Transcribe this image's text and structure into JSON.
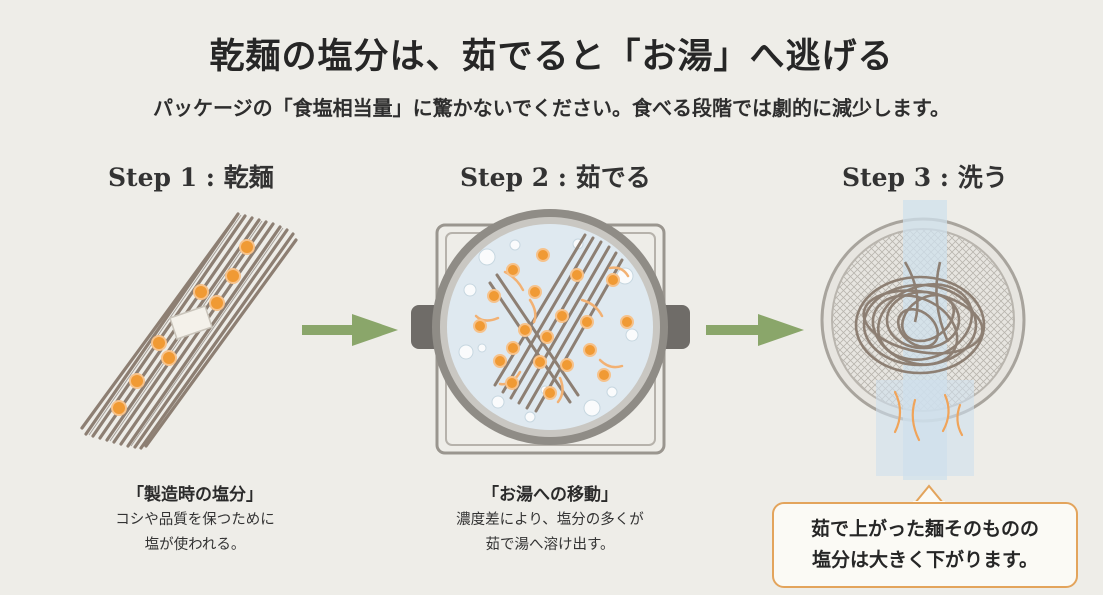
{
  "header": {
    "title": "乾麺の塩分は、茹でると「お湯」へ逃げる",
    "subtitle": "パッケージの「食塩相当量」に驚かないでください。食べる段階では劇的に減少します。"
  },
  "steps": [
    {
      "label": "Step 1 : 乾麺",
      "caption_title": "「製造時の塩分」",
      "caption_lines": [
        "コシや品質を保つために",
        "塩が使われる。"
      ]
    },
    {
      "label": "Step 2 : 茹でる",
      "caption_title": "「お湯への移動」",
      "caption_lines": [
        "濃度差により、塩分の多くが",
        "茹で湯へ溶け出す。"
      ]
    },
    {
      "label": "Step 3 : 洗う",
      "callout_lines": [
        "茹で上がった麺そのものの",
        "塩分は大きく下がります。"
      ]
    }
  ],
  "colors": {
    "background": "#eeede8",
    "salt_dot": "#f09a34",
    "arrow": "#8aa66a",
    "noodle": "#8d7f73",
    "callout_border": "#e3a45c",
    "water": "#dfe9f0"
  },
  "icons": [
    "dried-noodle-bundle-icon",
    "boiling-pot-icon",
    "strainer-noodles-icon",
    "right-arrow-icon"
  ]
}
